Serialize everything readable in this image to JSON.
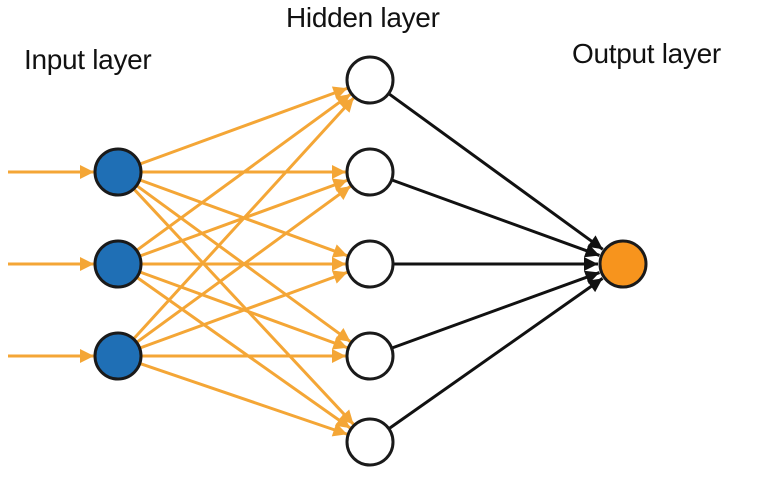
{
  "labels": {
    "input_layer": "Input layer",
    "hidden_layer": "Hidden layer",
    "output_layer": "Output layer"
  },
  "network": {
    "input_nodes": 3,
    "hidden_nodes": 5,
    "output_nodes": 1,
    "external_inputs": 3
  },
  "colors": {
    "input_node_fill": "#1f6fb5",
    "hidden_node_fill": "#ffffff",
    "output_node_fill": "#f7941d",
    "node_stroke": "#1a1a1a",
    "input_to_hidden_edge": "#f4a636",
    "hidden_to_output_edge": "#111111"
  }
}
